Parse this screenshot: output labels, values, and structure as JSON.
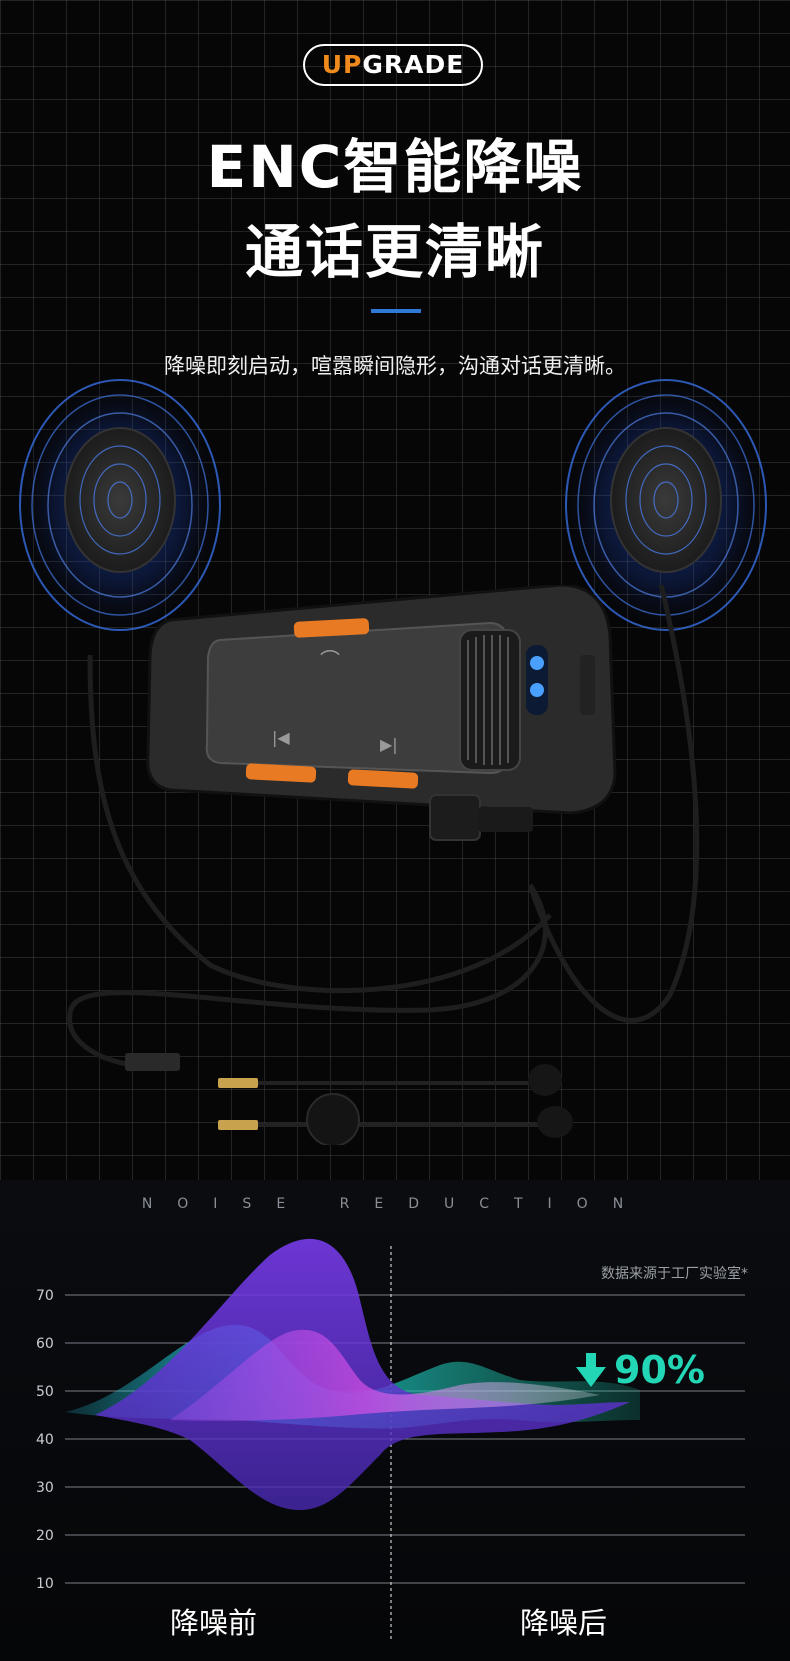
{
  "header": {
    "badge_highlight": "UP",
    "badge_rest": "GRADE",
    "title_line1": "ENC智能降噪",
    "title_line2": "通话更清晰",
    "subtitle": "降噪即刻启动，喧嚣瞬间隐形，沟通对话更清晰。"
  },
  "colors": {
    "accent_orange": "#f08a1c",
    "accent_blue": "#2f7ad6",
    "teal": "#22d6b6",
    "purple": "#7b3cf0",
    "magenta": "#d44fe6"
  },
  "icons": {
    "device_call": "phone-handset-icon",
    "device_prev": "previous-track-icon",
    "device_next": "next-track-icon",
    "down_arrow": "down-arrow-icon"
  },
  "noise_section": {
    "title": "NOISE REDUCTION",
    "source_note": "数据来源于工厂实验室*",
    "reduction_value": "90%",
    "before_label": "降噪前",
    "after_label": "降噪后"
  },
  "chart_data": {
    "type": "area",
    "y_ticks": [
      70,
      60,
      50,
      40,
      30,
      20,
      10
    ],
    "ylim": [
      10,
      70
    ],
    "grid": true,
    "legend": "none",
    "split_labels": [
      "降噪前",
      "降噪后"
    ]
  }
}
